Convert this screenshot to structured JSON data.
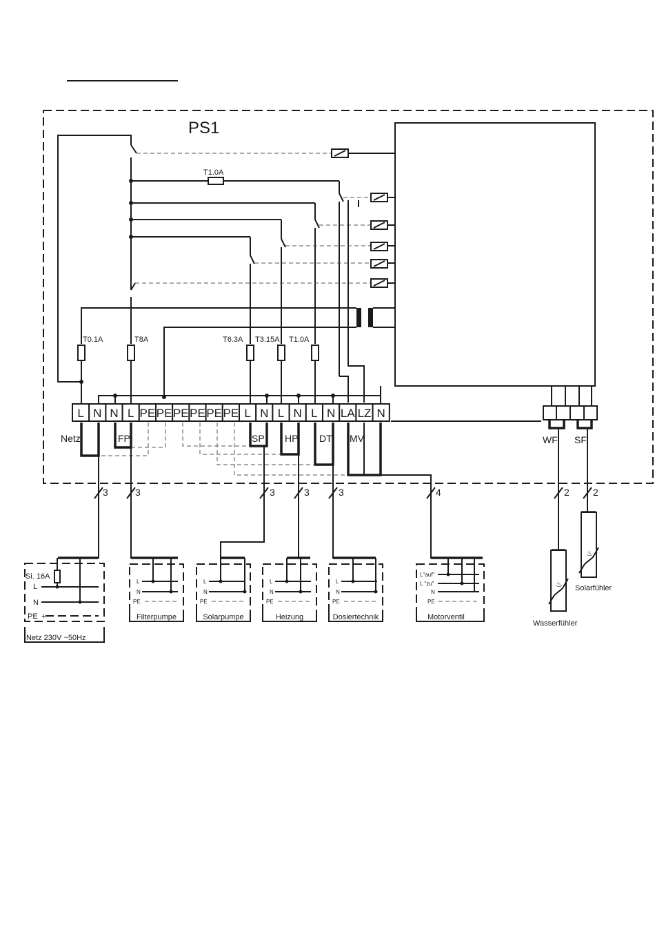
{
  "module": {
    "title": "PS1"
  },
  "internal": {
    "fuse_top": "T1.0A",
    "fuses": [
      "T0.1A",
      "T8A",
      "T6.3A",
      "T3.15A",
      "T1.0A"
    ]
  },
  "terminals": [
    "L",
    "N",
    "N",
    "L",
    "PE",
    "PE",
    "PE",
    "PE",
    "PE",
    "PE",
    "L",
    "N",
    "L",
    "N",
    "L",
    "N",
    "LA",
    "LZ",
    "N"
  ],
  "outputs": {
    "netz": "Netz",
    "fp": "FP",
    "sp": "SP",
    "hp": "HP",
    "dt": "DT",
    "mv": "MV",
    "wf": "WF",
    "sf": "SF"
  },
  "cable_counts": {
    "netz": "3",
    "fp": "3",
    "sp": "3",
    "hp": "3",
    "dt": "3",
    "mv": "4",
    "wf": "2",
    "sf": "2"
  },
  "netz_box": {
    "fuse": "Si. 16A",
    "l": "L",
    "n": "N",
    "pe": "PE",
    "caption": "Netz 230V ~50Hz"
  },
  "consumer_box_labels": {
    "l": "L",
    "n": "N",
    "pe": "PE"
  },
  "consumers": [
    "Filterpumpe",
    "Solarpumpe",
    "Heizung",
    "Dosiertechnik"
  ],
  "motor_box": {
    "l_auf": "L\"auf\"",
    "l_zu": "L \"zu\"",
    "n": "N",
    "pe": "PE",
    "caption": "Motorventil"
  },
  "sensors": {
    "water": "Wasserfühler",
    "solar": "Solarfühler"
  }
}
